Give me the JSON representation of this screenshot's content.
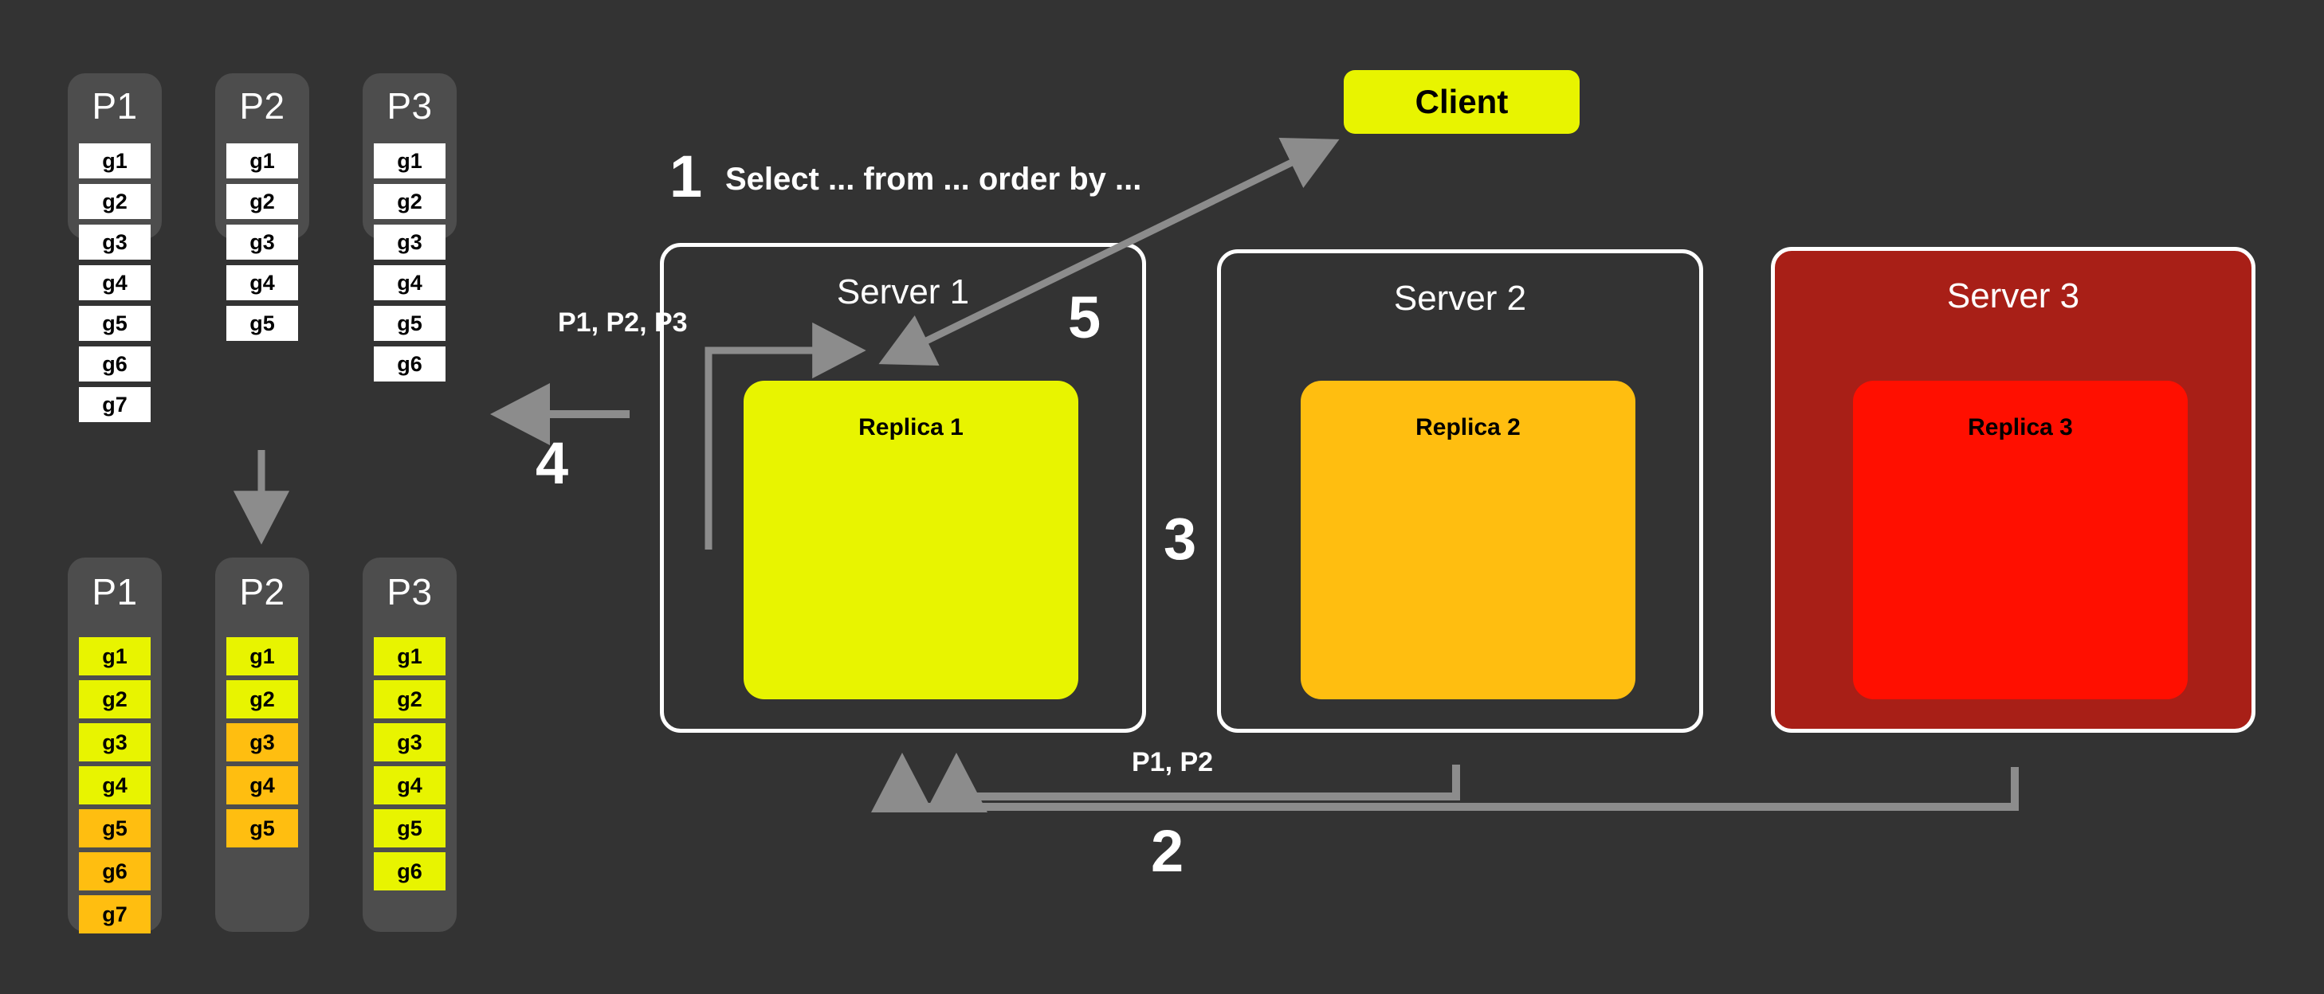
{
  "colors": {
    "background": "#333333",
    "column_track": "#4d4d4d",
    "cell_white": "#ffffff",
    "cell_yellow": "#e8f400",
    "cell_orange": "#ffbe10",
    "replica1": "#e8f400",
    "replica2": "#ffbe10",
    "replica3": "#ff0f00",
    "server_failed": "#a81f17",
    "server_border": "#ffffff",
    "arrow": "#8c8c8c",
    "text_light": "#ffffff",
    "text_dark": "#000000"
  },
  "partitions_top": [
    {
      "title": "P1",
      "cells": [
        {
          "label": "g1",
          "fill": "white"
        },
        {
          "label": "g2",
          "fill": "white"
        },
        {
          "label": "g3",
          "fill": "white"
        },
        {
          "label": "g4",
          "fill": "white"
        },
        {
          "label": "g5",
          "fill": "white"
        },
        {
          "label": "g6",
          "fill": "white"
        },
        {
          "label": "g7",
          "fill": "white"
        }
      ]
    },
    {
      "title": "P2",
      "cells": [
        {
          "label": "g1",
          "fill": "white"
        },
        {
          "label": "g2",
          "fill": "white"
        },
        {
          "label": "g3",
          "fill": "white"
        },
        {
          "label": "g4",
          "fill": "white"
        },
        {
          "label": "g5",
          "fill": "white"
        }
      ]
    },
    {
      "title": "P3",
      "cells": [
        {
          "label": "g1",
          "fill": "white"
        },
        {
          "label": "g2",
          "fill": "white"
        },
        {
          "label": "g3",
          "fill": "white"
        },
        {
          "label": "g4",
          "fill": "white"
        },
        {
          "label": "g5",
          "fill": "white"
        },
        {
          "label": "g6",
          "fill": "white"
        }
      ]
    }
  ],
  "partitions_bottom": [
    {
      "title": "P1",
      "cells": [
        {
          "label": "g1",
          "fill": "yellow"
        },
        {
          "label": "g2",
          "fill": "yellow"
        },
        {
          "label": "g3",
          "fill": "yellow"
        },
        {
          "label": "g4",
          "fill": "yellow"
        },
        {
          "label": "g5",
          "fill": "orange"
        },
        {
          "label": "g6",
          "fill": "orange"
        },
        {
          "label": "g7",
          "fill": "orange"
        }
      ]
    },
    {
      "title": "P2",
      "cells": [
        {
          "label": "g1",
          "fill": "yellow"
        },
        {
          "label": "g2",
          "fill": "yellow"
        },
        {
          "label": "g3",
          "fill": "orange"
        },
        {
          "label": "g4",
          "fill": "orange"
        },
        {
          "label": "g5",
          "fill": "orange"
        }
      ]
    },
    {
      "title": "P3",
      "cells": [
        {
          "label": "g1",
          "fill": "yellow"
        },
        {
          "label": "g2",
          "fill": "yellow"
        },
        {
          "label": "g3",
          "fill": "yellow"
        },
        {
          "label": "g4",
          "fill": "yellow"
        },
        {
          "label": "g5",
          "fill": "yellow"
        },
        {
          "label": "g6",
          "fill": "yellow"
        }
      ]
    }
  ],
  "client": {
    "label": "Client"
  },
  "servers": [
    {
      "title": "Server 1",
      "replica": "Replica 1",
      "state": "healthy"
    },
    {
      "title": "Server 2",
      "replica": "Replica 2",
      "state": "healthy"
    },
    {
      "title": "Server 3",
      "replica": "Replica 3",
      "state": "failed"
    }
  ],
  "steps": {
    "one": "1",
    "two": "2",
    "three": "3",
    "four": "4",
    "five": "5"
  },
  "labels": {
    "query": "Select ... from ... order by ...",
    "partitions_all": "P1, P2, P3",
    "partitions_fetched": "P1, P2"
  }
}
